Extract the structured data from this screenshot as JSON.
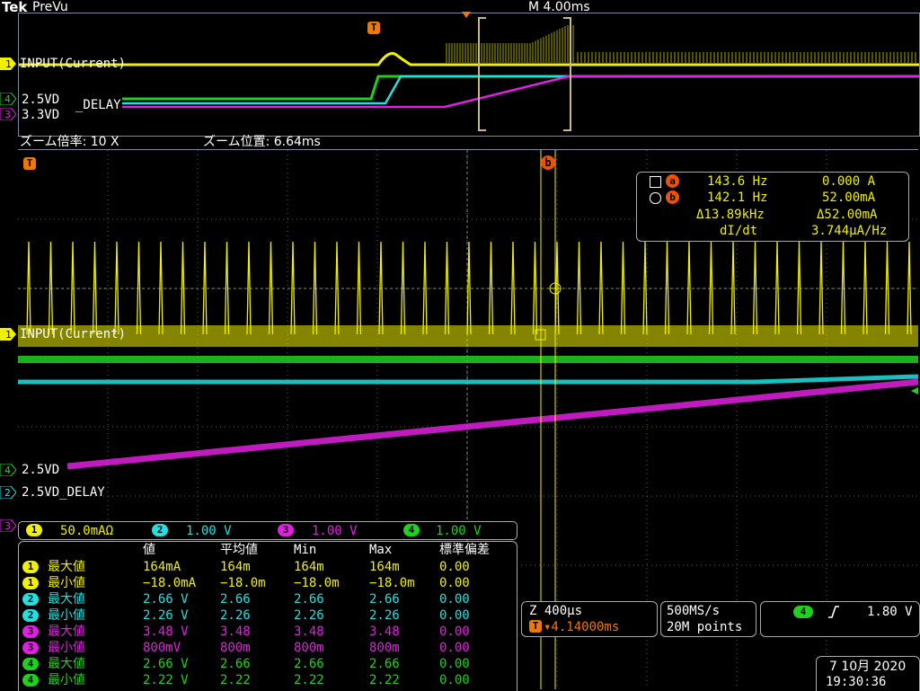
{
  "header": {
    "brand": "Tek",
    "mode": "PreVu",
    "timebase": "M 4.00ms"
  },
  "zoom": {
    "factor_label": "ズーム倍率: 10 X",
    "position_label": "ズーム位置: 6.64ms"
  },
  "channels": {
    "ch1": {
      "num": "1",
      "label": "INPUT(Current)",
      "color": "#f0f000"
    },
    "ch2": {
      "num": "2",
      "label": "2.5VD_DELAY",
      "color": "#20e0e0"
    },
    "ch3": {
      "num": "3",
      "label": "3.3VD",
      "color": "#e020e0"
    },
    "ch4": {
      "num": "4",
      "label": "2.5VD",
      "color": "#20d020"
    }
  },
  "markers": {
    "trigger": "T",
    "cursor_a": "a",
    "cursor_b": "b"
  },
  "cursor_readout": {
    "a_freq": "143.6 Hz",
    "a_val": "0.000 A",
    "b_freq": "142.1 Hz",
    "b_val": "52.00mA",
    "delta_freq": "Δ13.89kHz",
    "delta_val": "Δ52.00mA",
    "slope_label": "dI/dt",
    "slope_val": "3.744μA/Hz"
  },
  "scales": {
    "ch1": "50.0mAΩ",
    "ch2": "1.00 V",
    "ch3": "1.00 V",
    "ch4": "1.00 V"
  },
  "measurements": {
    "headers": [
      "値",
      "平均値",
      "Min",
      "Max",
      "標準偏差"
    ],
    "rows": [
      {
        "ch": "1",
        "name": "最大値",
        "val": "164mA",
        "mean": "164m",
        "min": "164m",
        "max": "164m",
        "std": "0.00",
        "color": "#f0f000"
      },
      {
        "ch": "1",
        "name": "最小値",
        "val": "−18.0mA",
        "mean": "−18.0m",
        "min": "−18.0m",
        "max": "−18.0m",
        "std": "0.00",
        "color": "#f0f000"
      },
      {
        "ch": "2",
        "name": "最大値",
        "val": "2.66 V",
        "mean": "2.66",
        "min": "2.66",
        "max": "2.66",
        "std": "0.00",
        "color": "#20e0e0"
      },
      {
        "ch": "2",
        "name": "最小値",
        "val": "2.26 V",
        "mean": "2.26",
        "min": "2.26",
        "max": "2.26",
        "std": "0.00",
        "color": "#20e0e0"
      },
      {
        "ch": "3",
        "name": "最大値",
        "val": "3.48 V",
        "mean": "3.48",
        "min": "3.48",
        "max": "3.48",
        "std": "0.00",
        "color": "#e020e0"
      },
      {
        "ch": "3",
        "name": "最小値",
        "val": "800mV",
        "mean": "800m",
        "min": "800m",
        "max": "800m",
        "std": "0.00",
        "color": "#e020e0"
      },
      {
        "ch": "4",
        "name": "最大値",
        "val": "2.66 V",
        "mean": "2.66",
        "min": "2.66",
        "max": "2.66",
        "std": "0.00",
        "color": "#20d020"
      },
      {
        "ch": "4",
        "name": "最小値",
        "val": "2.22 V",
        "mean": "2.22",
        "min": "2.22",
        "max": "2.22",
        "std": "0.00",
        "color": "#20d020"
      }
    ]
  },
  "zoom_box": {
    "time": "Z 400μs",
    "trigger_pos": "▾4.14000ms"
  },
  "acq": {
    "rate": "500MS/s",
    "points": "20M points"
  },
  "trigger": {
    "source": "4",
    "slope": "rising",
    "level": "1.80 V"
  },
  "clock": {
    "date": "7 10月 2020",
    "time": "19:30:36"
  }
}
